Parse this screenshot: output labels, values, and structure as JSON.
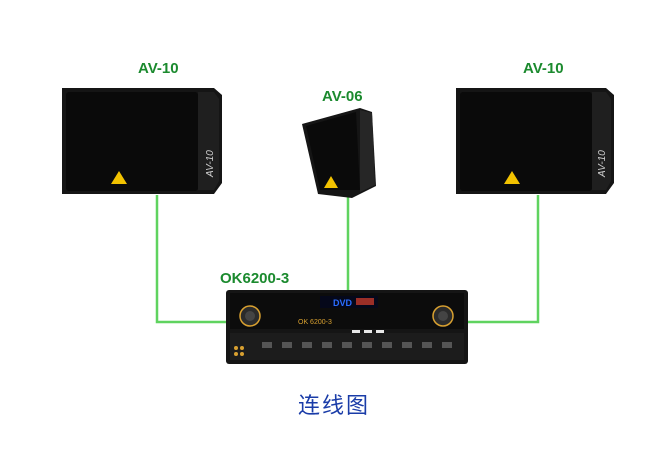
{
  "colors": {
    "label": "#1b8a2e",
    "wire": "#5fd35f",
    "caption": "#1a3ca8",
    "cabinet": "#151515",
    "grille": "#0a0a0a",
    "logo": "#f2c200",
    "dvd": "#2a6cff",
    "amp_text": "#d8a030"
  },
  "nodes": {
    "speaker_left": {
      "label": "AV-10",
      "badge": "AV-10"
    },
    "speaker_center": {
      "label": "AV-06"
    },
    "speaker_right": {
      "label": "AV-10",
      "badge": "AV-10"
    },
    "amplifier": {
      "label": "OK6200-3",
      "panel_model": "OK 6200-3",
      "panel_dvd": "DVD"
    }
  },
  "caption": "连线图"
}
